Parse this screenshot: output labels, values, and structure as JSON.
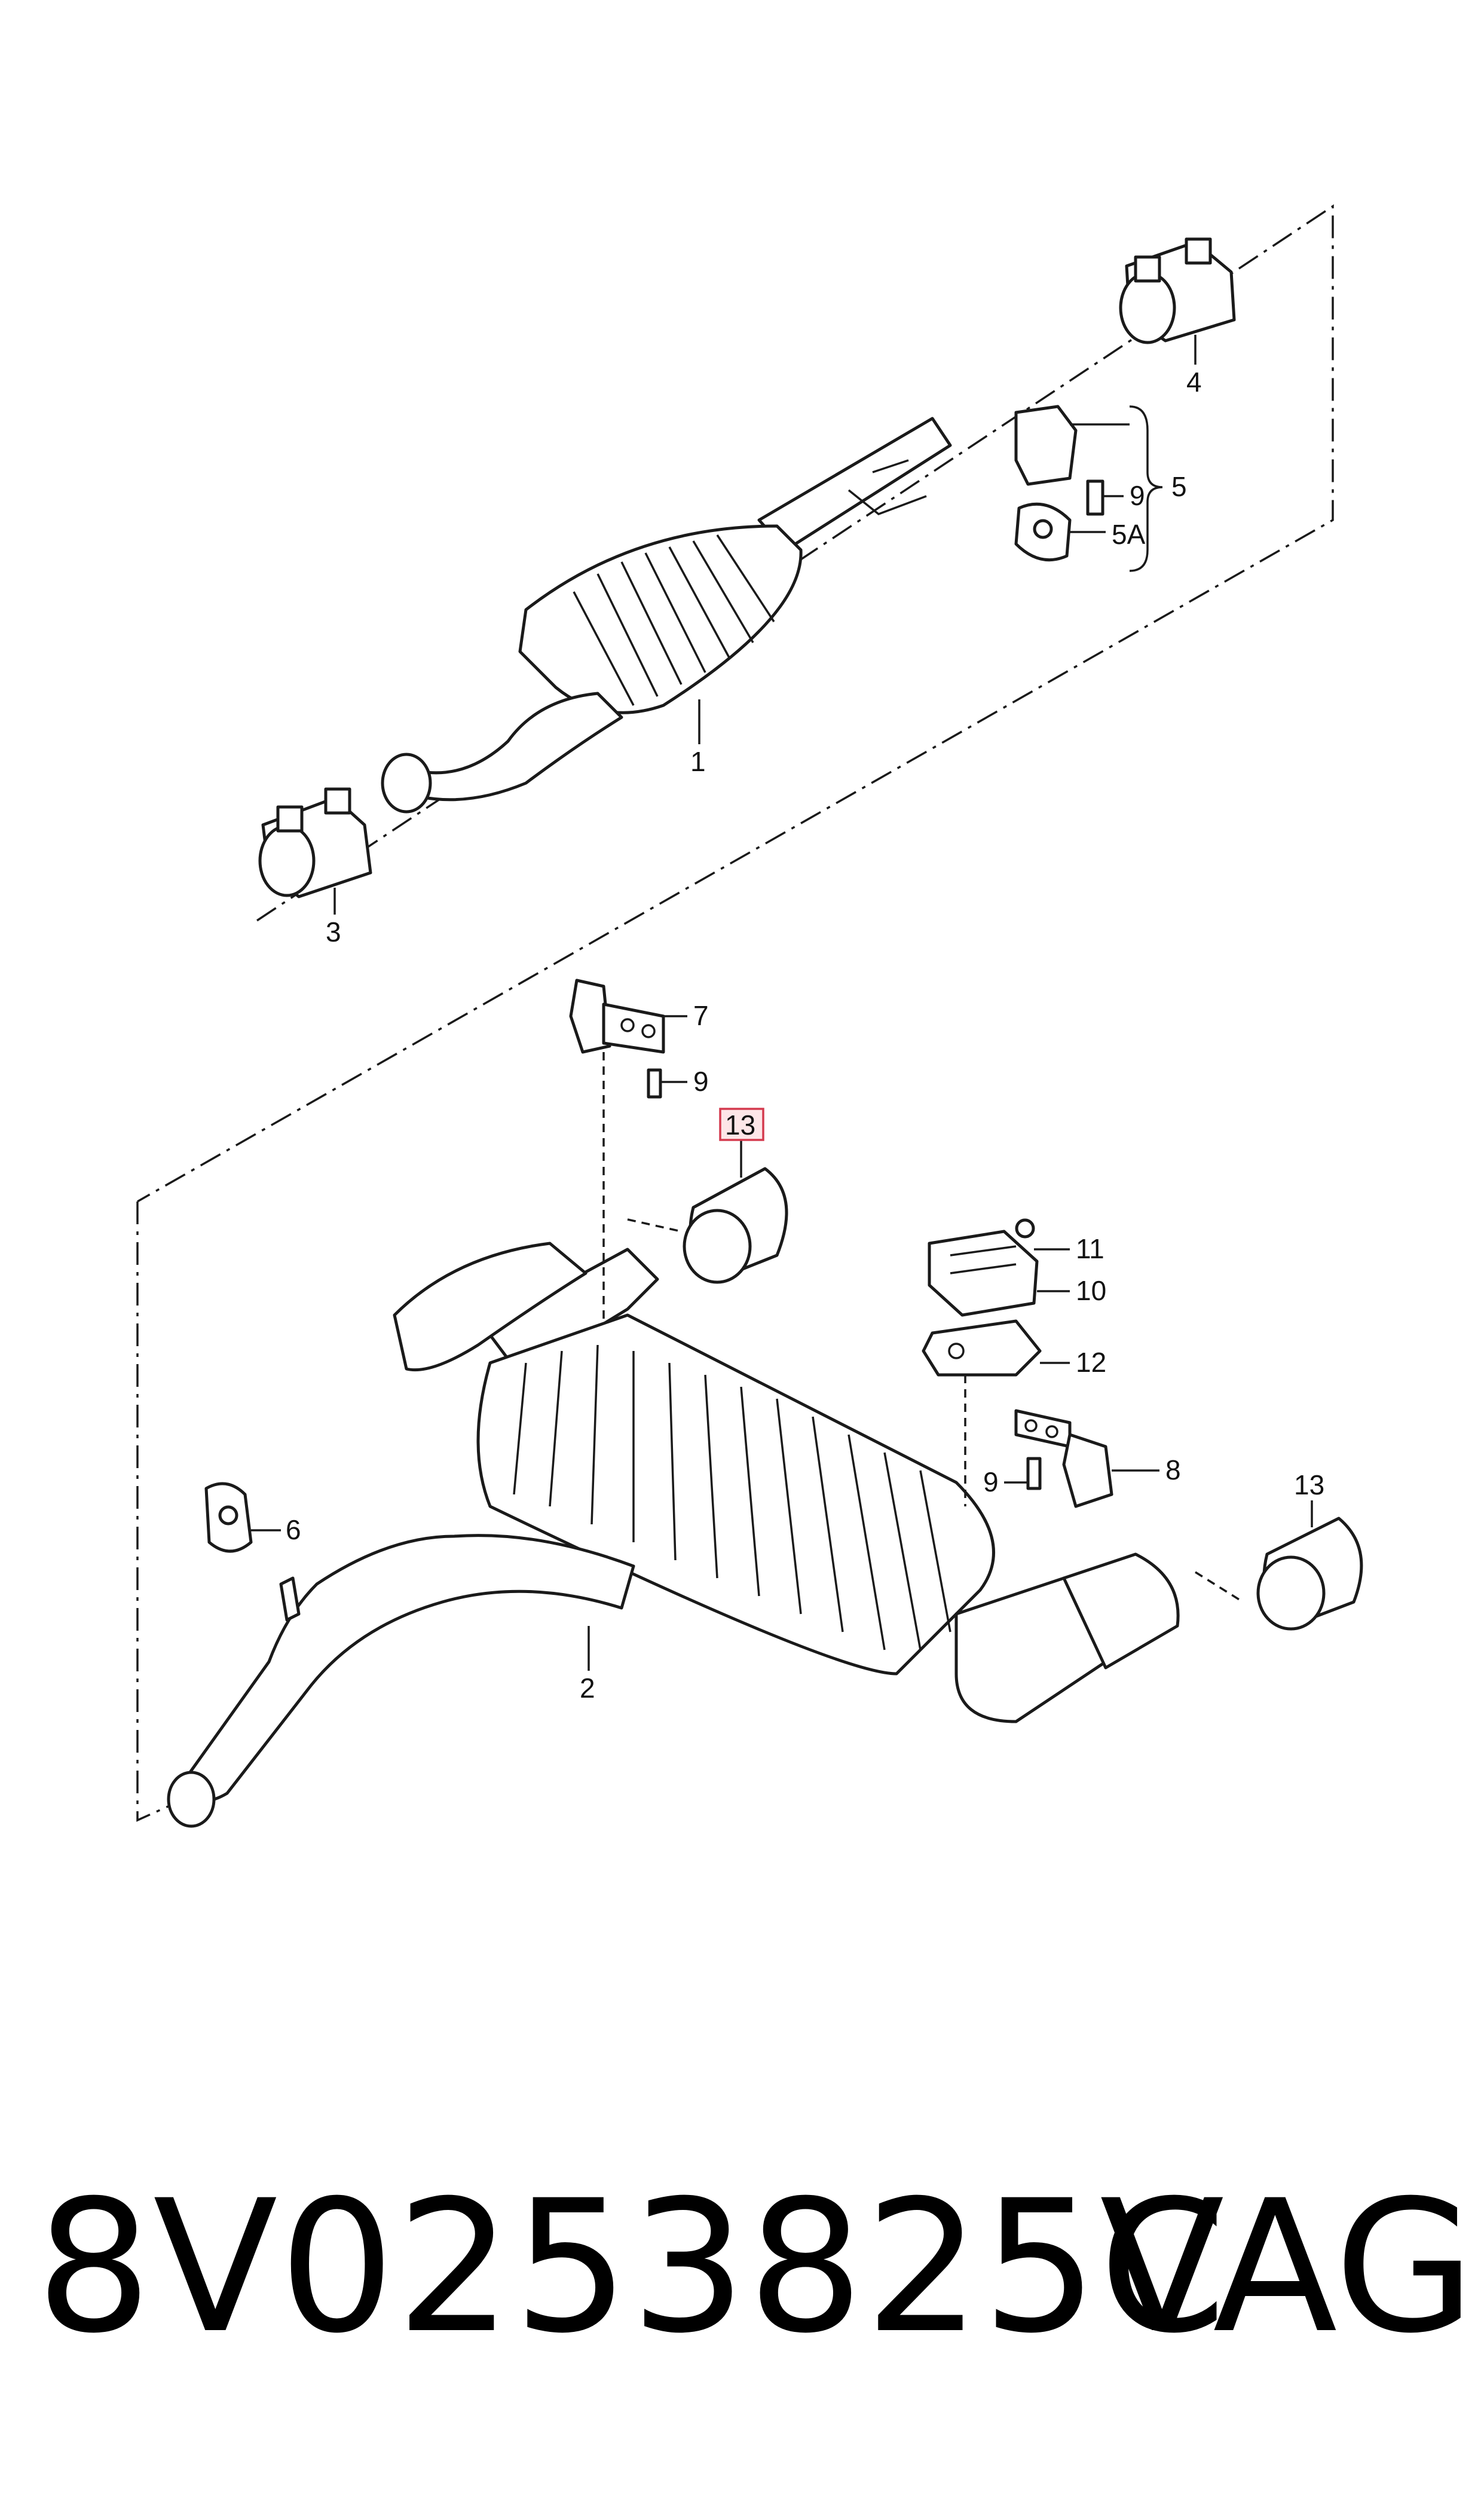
{
  "diagram": {
    "callouts": {
      "c1": "1",
      "c2": "2",
      "c3": "3",
      "c4": "4",
      "c5": "5",
      "c5a": "5A",
      "c6": "6",
      "c7": "7",
      "c8": "8",
      "c9a": "9",
      "c9b": "9",
      "c9c": "9",
      "c10": "10",
      "c11": "11",
      "c12": "12",
      "c13a": "13",
      "c13b": "13"
    },
    "highlighted_callout": "13",
    "highlight_color": "#d43a4e"
  },
  "footer": {
    "part_number": "8V0253825C",
    "brand": "VAG"
  }
}
